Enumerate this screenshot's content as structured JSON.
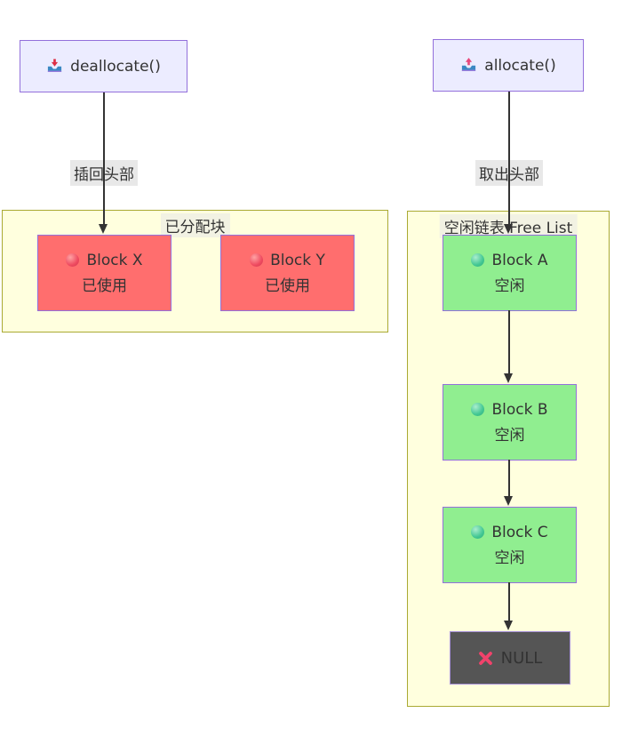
{
  "diagram": {
    "left": {
      "function_node": {
        "label": "deallocate()",
        "icon": "inbox-tray-icon"
      },
      "edge_label": "插回头部",
      "cluster": {
        "title": "已分配块",
        "blocks": [
          {
            "name": "Block X",
            "status": "已使用",
            "icon": "red-circle-icon"
          },
          {
            "name": "Block Y",
            "status": "已使用",
            "icon": "red-circle-icon"
          }
        ]
      }
    },
    "right": {
      "function_node": {
        "label": "allocate()",
        "icon": "outbox-tray-icon"
      },
      "edge_label": "取出头部",
      "cluster": {
        "title": "空闲链表 Free List",
        "blocks": [
          {
            "name": "Block A",
            "status": "空闲",
            "icon": "green-circle-icon"
          },
          {
            "name": "Block B",
            "status": "空闲",
            "icon": "green-circle-icon"
          },
          {
            "name": "Block C",
            "status": "空闲",
            "icon": "green-circle-icon"
          }
        ],
        "terminator": {
          "label": "NULL",
          "icon": "cross-mark-icon"
        }
      }
    },
    "colors": {
      "node_fill": "#ECECFF",
      "node_border": "#9370DB",
      "cluster_fill": "#FFFFDE",
      "cluster_border": "#AAAA33",
      "used_block_fill": "#FF6E6E",
      "free_block_fill": "#90EE90",
      "null_fill": "#555555",
      "null_border": "#A690D8",
      "edge_color": "#333333",
      "edge_label_bg": "#E8E8E8",
      "text_color": "#333333"
    }
  }
}
